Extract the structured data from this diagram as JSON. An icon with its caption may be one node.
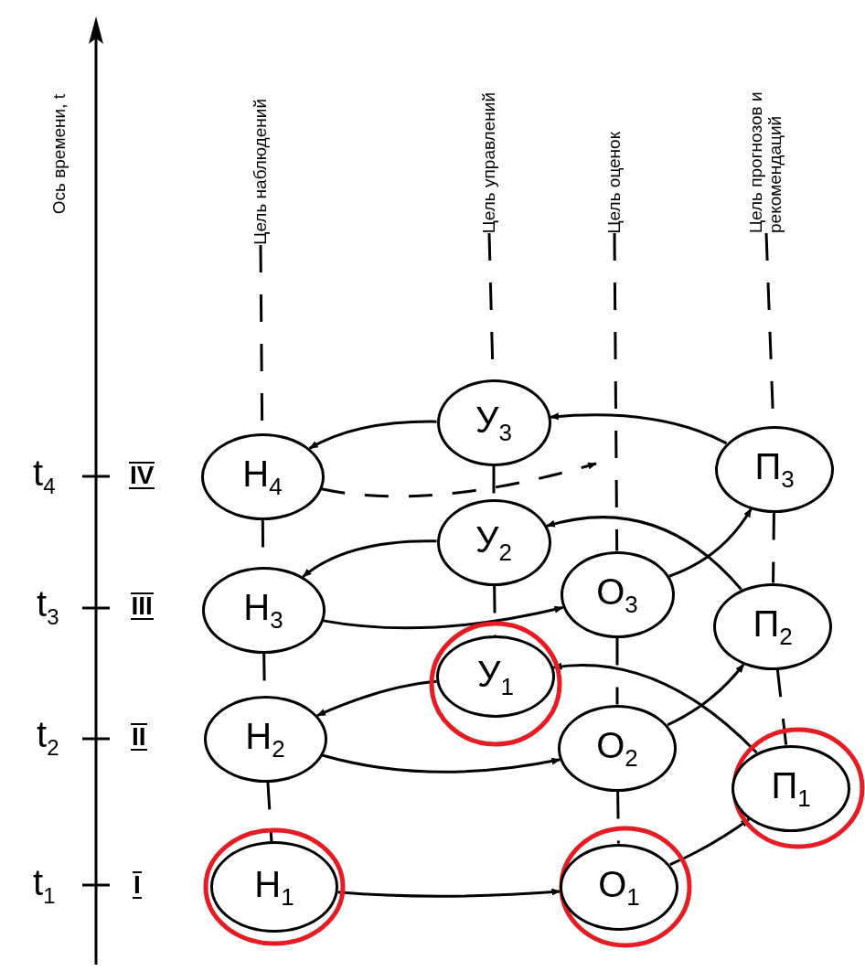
{
  "diagram": {
    "nodes": [
      {
        "text": [
          "Цель наблюдений"
        ]
      },
      {
        "text": [
          "Цель управлений"
        ]
      },
      {
        "text": [
          "Цель оценок"
        ]
      },
      {
        "text": [
          "Цель прогнозов и рекомендаций"
        ]
      },
      {
        "text": [
          "У$_{3}$"
        ]
      },
      {
        "text": [
          "Н$_{4}$"
        ]
      },
      {
        "text": [
          "П$_{3}$"
        ]
      },
      {
        "text": [
          "У$_{2}$"
        ]
      },
      {
        "text": [
          "О$_{3}$"
        ]
      },
      {
        "text": [
          "Н$_{3}$"
        ]
      },
      {
        "text": [
          "П$_{2}$"
        ]
      },
      {
        "text": [
          "У$_{1}$"
        ]
      },
      {
        "text": [
          "Н$_{2}$"
        ]
      },
      {
        "text": [
          "О$_{2}$"
        ]
      },
      {
        "text": [
          "П$_{1}$"
        ]
      },
      {
        "text": [
          "Н$_{1}$"
        ]
      },
      {
        "text": [
          "О$_{1}$"
        ]
      }
    ],
    "edges": [
      {
        "from": 15,
        "to": 16,
        "arrow": "to"
      },
      {
        "from": 16,
        "to": 14,
        "arrow": "to"
      },
      {
        "from": 14,
        "to": 11,
        "arrow": "to"
      },
      {
        "from": 11,
        "to": 12,
        "arrow": "to"
      },
      {
        "from": 12,
        "to": 13,
        "arrow": "to"
      },
      {
        "from": 13,
        "to": 10,
        "arrow": "to"
      },
      {
        "from": 10,
        "to": 7,
        "arrow": "to"
      },
      {
        "from": 7,
        "to": 9,
        "arrow": "to"
      },
      {
        "from": 9,
        "to": 8,
        "arrow": "to"
      },
      {
        "from": 8,
        "to": 6,
        "arrow": "to"
      },
      {
        "from": 6,
        "to": 4,
        "arrow": "to"
      },
      {
        "from": 4,
        "to": 5,
        "arrow": "to"
      },
      {
        "from": 5,
        "to": null,
        "arrow": "to",
        "style": "dashed"
      },
      {
        "from": 0,
        "to": 5,
        "arrow": "none",
        "style": "dashed"
      },
      {
        "from": 5,
        "to": 9,
        "arrow": "none",
        "style": "dashed"
      },
      {
        "from": 9,
        "to": 12,
        "arrow": "none",
        "style": "dashed"
      },
      {
        "from": 12,
        "to": 15,
        "arrow": "none",
        "style": "dashed"
      },
      {
        "from": 1,
        "to": 4,
        "arrow": "none",
        "style": "dashed"
      },
      {
        "from": 4,
        "to": 7,
        "arrow": "none",
        "style": "dashed"
      },
      {
        "from": 7,
        "to": 11,
        "arrow": "none",
        "style": "dashed"
      },
      {
        "from": 2,
        "to": 8,
        "arrow": "none",
        "style": "dashed"
      },
      {
        "from": 8,
        "to": 13,
        "arrow": "none",
        "style": "dashed"
      },
      {
        "from": 13,
        "to": 16,
        "arrow": "none",
        "style": "dashed"
      },
      {
        "from": 3,
        "to": 6,
        "arrow": "none",
        "style": "dashed"
      },
      {
        "from": 6,
        "to": 10,
        "arrow": "none",
        "style": "dashed"
      },
      {
        "from": 10,
        "to": 14,
        "arrow": "none",
        "style": "dashed"
      }
    ],
    "labels": [
      "Ось времени, t",
      "t$_{4}$",
      "IV",
      "t$_{3}$",
      "III",
      "t$_{2}$",
      "II",
      "t$_{1}$",
      "I"
    ]
  }
}
